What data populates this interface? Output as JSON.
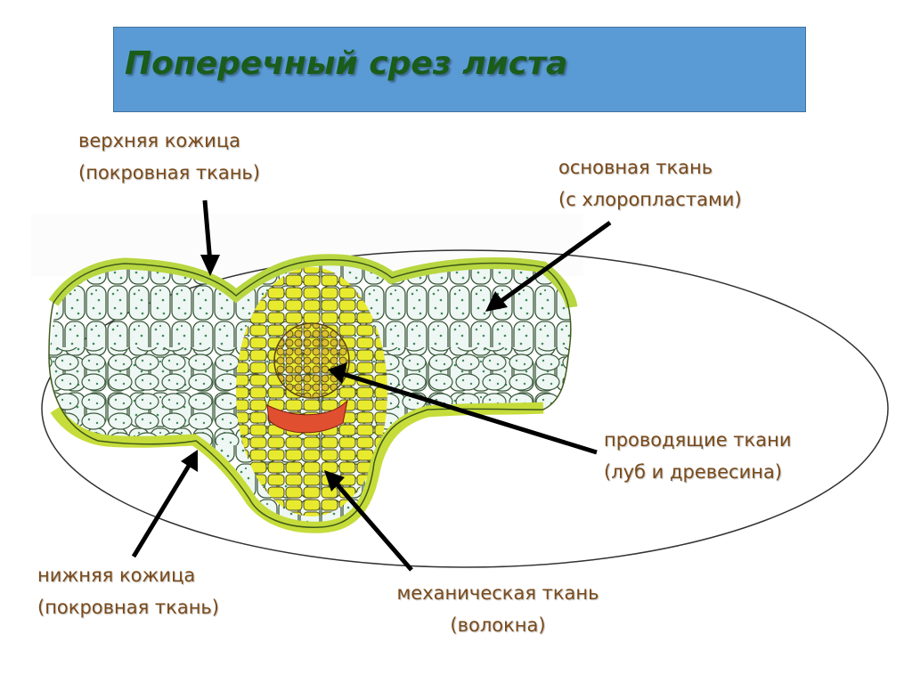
{
  "title": "Поперечный срез листа",
  "labels": {
    "upper_epidermis": {
      "line1": "верхняя кожица",
      "line2": "(покровная ткань)"
    },
    "ground_tissue": {
      "line1": "основная ткань",
      "line2": "(с хлоропластами)"
    },
    "vascular_tissue": {
      "line1": "проводящие ткани",
      "line2": "(луб и древесина)"
    },
    "lower_epidermis": {
      "line1": "нижняя кожица",
      "line2": "(покровная ткань)"
    },
    "mechanical_tissue": {
      "line1": "механическая ткань",
      "line2": "(волокна)"
    }
  },
  "colors": {
    "title_bg": "#5b9bd5",
    "title_text": "#1a5c1a",
    "label_text": "#7a4a1a",
    "epidermis": "#c8e050",
    "ground_cells": "#e8f4f0",
    "mechanical": "#e6e82a",
    "phloem": "#e05030"
  }
}
